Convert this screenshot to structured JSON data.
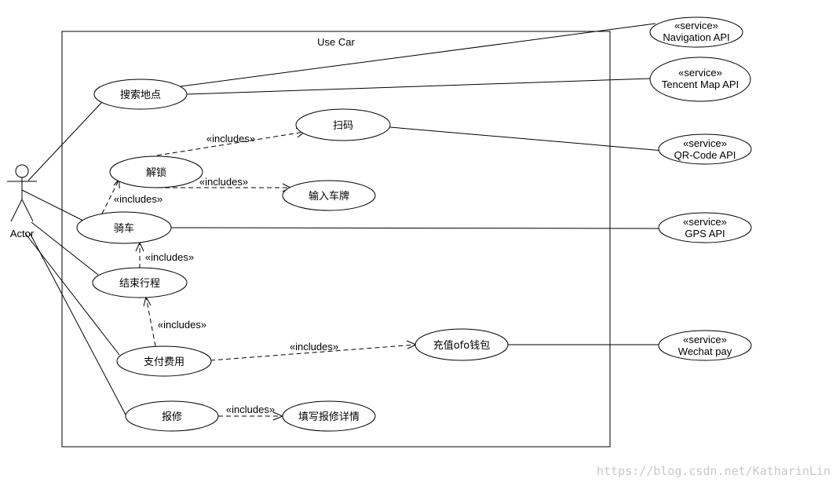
{
  "system": {
    "title": "Use Car"
  },
  "actor": {
    "label": "Actor"
  },
  "use_cases": {
    "search_location": "搜索地点",
    "scan_code": "扫码",
    "unlock": "解锁",
    "enter_plate": "输入车牌",
    "ride": "骑车",
    "end_trip": "结束行程",
    "pay": "支付费用",
    "recharge_wallet": "充值ofo钱包",
    "report_repair": "报修",
    "fill_repair_details": "填写报修详情"
  },
  "services": {
    "stereotype": "«service»",
    "navigation": "Navigation API",
    "tencent_map": "Tencent Map API",
    "qr_code": "QR-Code API",
    "gps": "GPS API",
    "wechat_pay": "Wechat pay"
  },
  "relations": {
    "includes": "«includes»"
  },
  "watermark": "https://blog.csdn.net/KatharinLin"
}
